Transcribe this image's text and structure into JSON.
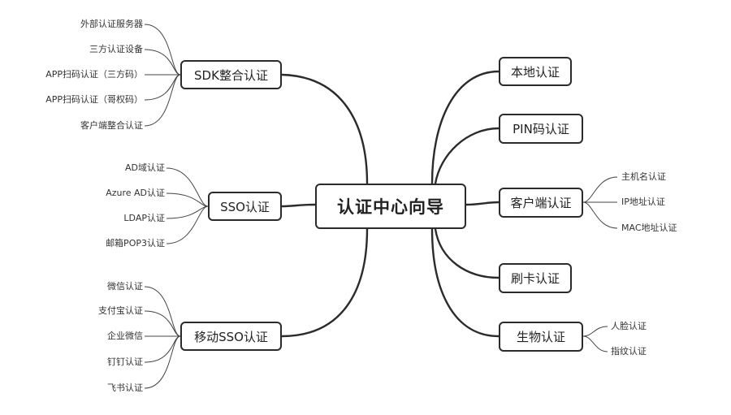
{
  "center": "认证中心向导",
  "left_branches": {
    "sdk": {
      "label": "SDK整合认证",
      "children": [
        "外部认证服务器",
        "三方认证设备",
        "APP扫码认证（三方码）",
        "APP扫码认证（哥权码）",
        "客户端整合认证"
      ]
    },
    "sso": {
      "label": "SSO认证",
      "children": [
        "AD域认证",
        "Azure AD认证",
        "LDAP认证",
        "邮箱POP3认证"
      ]
    },
    "mobile_sso": {
      "label": "移动SSO认证",
      "children": [
        "微信认证",
        "支付宝认证",
        "企业微信",
        "钉钉认证",
        "飞书认证"
      ]
    }
  },
  "right_branches": {
    "local": {
      "label": "本地认证"
    },
    "pin": {
      "label": "PIN码认证"
    },
    "client": {
      "label": "客户端认证",
      "children": [
        "主机名认证",
        "IP地址认证",
        "MAC地址认证"
      ]
    },
    "card": {
      "label": "刷卡认证"
    },
    "bio": {
      "label": "生物认证",
      "children": [
        "人脸认证",
        "指纹认证"
      ]
    }
  }
}
